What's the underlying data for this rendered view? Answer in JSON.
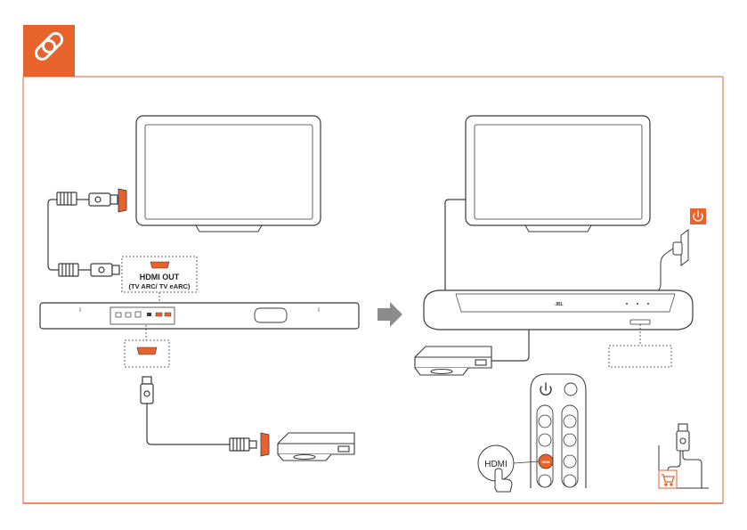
{
  "header": {
    "icon": "link-icon",
    "accent_color": "#e8622c"
  },
  "left_panel": {
    "hdmi_out_label": "HDMI OUT",
    "hdmi_out_sub": "(TV ARC/ TV eARC)"
  },
  "right_panel": {
    "power_icon": "power-icon",
    "remote_hdmi_callout": "HDMI",
    "remote_hdmi_button": "HDMI",
    "soundbar_logo": "JBL"
  },
  "colors": {
    "accent": "#e8622c",
    "line": "#3a3a3a",
    "frame": "#e8622c"
  }
}
